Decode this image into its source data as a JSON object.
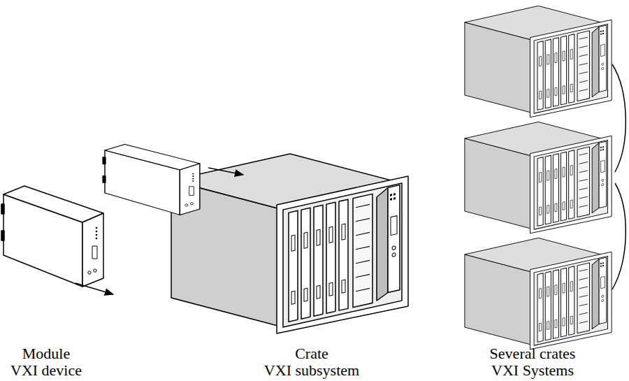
{
  "diagram": {
    "labels": [
      "Module",
      "VXI device",
      "Crate",
      "VXI subsystem",
      "Several crates",
      "VXI Systems"
    ]
  }
}
